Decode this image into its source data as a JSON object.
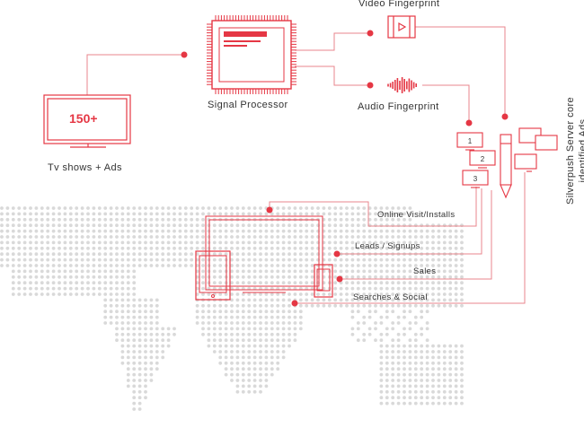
{
  "colors": {
    "accent": "#e53744",
    "line": "#e8868c",
    "map_dot": "#d9d9d9",
    "text": "#333333"
  },
  "tv": {
    "badge": "150+",
    "label": "Tv shows + Ads"
  },
  "processor": {
    "label": "Signal Processor"
  },
  "fingerprints": {
    "video": "Video Fingerprint",
    "audio": "Audio Fingerprint"
  },
  "server": {
    "line1": "Silverpush Server core",
    "line2": "identified Ads"
  },
  "numbered_screens": [
    "1",
    "2",
    "3"
  ],
  "outcomes": {
    "online_visit": "Online Visit/Installs",
    "leads": "Leads / Signups",
    "sales": "Sales",
    "searches": "Searches & Social"
  }
}
